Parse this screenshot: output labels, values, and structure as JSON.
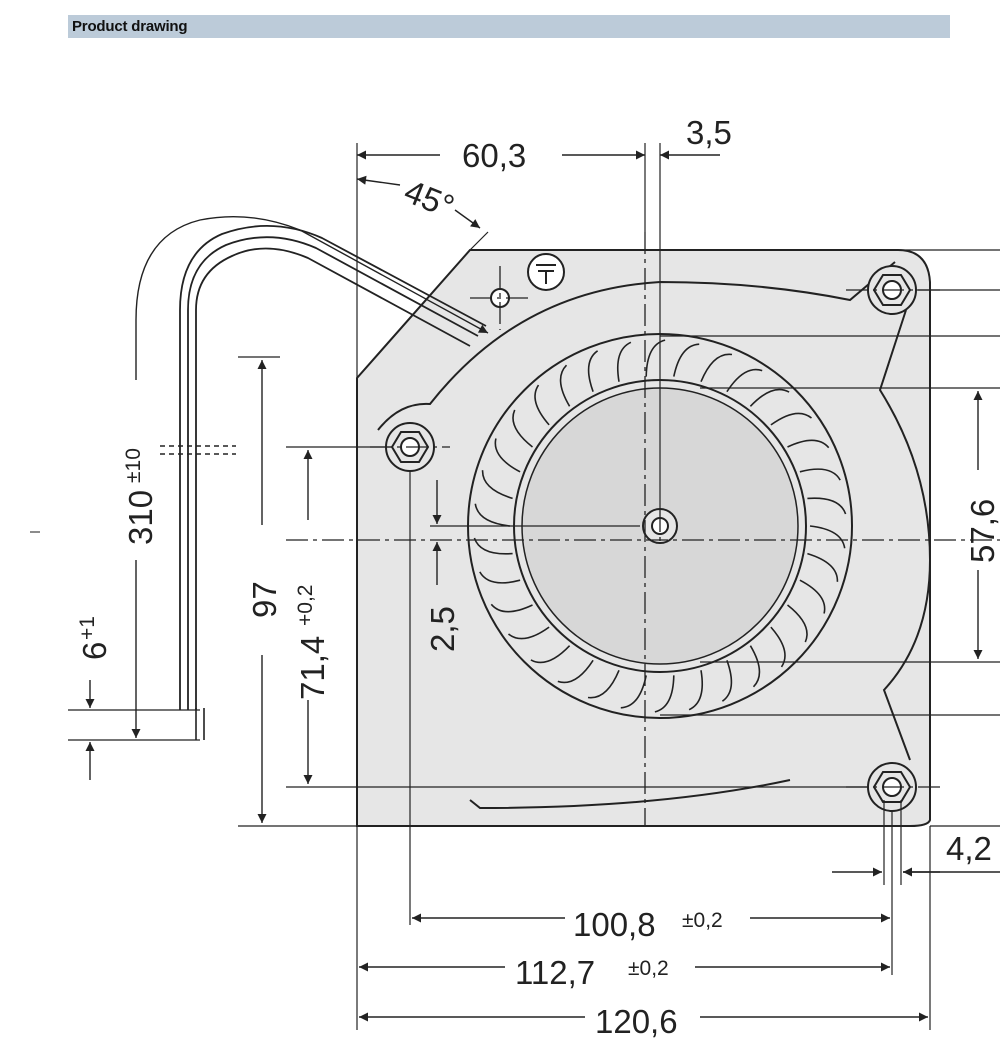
{
  "header": {
    "title": "Product drawing"
  },
  "dimensions": {
    "d60_3": "60,3",
    "d3_5": "3,5",
    "d45": "45°",
    "d310": "310",
    "d310_tol": "±10",
    "d6": "6",
    "d6_tol": "+1",
    "d97": "97",
    "d71_4": "71,4",
    "d71_4_tol": "+0,2",
    "d2_5": "2,5",
    "d57_6": "57,6",
    "d4_2": "4,2",
    "d100_8": "100,8",
    "d100_8_tol": "±0,2",
    "d112_7": "112,7",
    "d112_7_tol": "±0,2",
    "d120_6": "120,6"
  },
  "colors": {
    "housing": "#e6e6e6",
    "header": "#bccbd9",
    "line": "#222222"
  },
  "icons": {
    "ground": "ground-symbol-icon"
  }
}
